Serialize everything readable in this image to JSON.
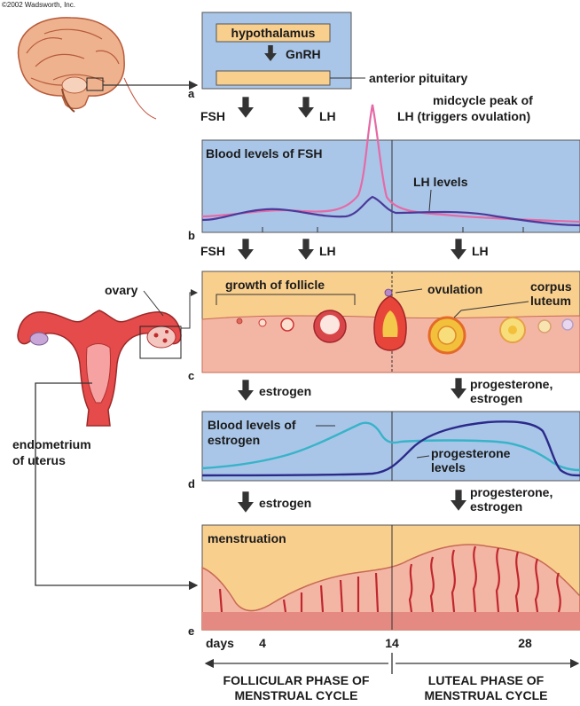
{
  "header": {
    "copyright": "©2002 Wadsworth, Inc."
  },
  "colors": {
    "panel_blue": "#a9c6e8",
    "panel_peach": "#f9cf8e",
    "fsh_line": "#e56aa6",
    "lh_line": "#4b3a9a",
    "estrogen_line": "#38b3c8",
    "progesterone_line": "#2b2a8a",
    "tissue": "#f4b6a4",
    "tissue_dark": "#d8464a",
    "arrow": "#333333"
  },
  "icons": [
    "brain-icon",
    "uterus-icon",
    "down-arrow-icon"
  ],
  "panel_a": {
    "letter": "a",
    "hypothalamus": "hypothalamus",
    "gnrh": "GnRH",
    "anterior_pituitary": "anterior pituitary",
    "fsh": "FSH",
    "lh": "LH"
  },
  "peak_note": {
    "line1": "midcycle peak of",
    "line2": "LH (triggers ovulation)"
  },
  "panel_b": {
    "letter": "b",
    "title": "Blood levels of FSH",
    "lh_levels": "LH levels",
    "fsh": "FSH",
    "lh_left": "LH",
    "lh_right": "LH"
  },
  "panel_c": {
    "letter": "c",
    "ovary": "ovary",
    "growth_of_follicle": "growth of follicle",
    "ovulation": "ovulation",
    "corpus": "corpus",
    "luteum": "luteum",
    "estrogen": "estrogen",
    "progesterone": "progesterone,",
    "estrogen2": "estrogen"
  },
  "panel_d": {
    "letter": "d",
    "title_line1": "Blood levels of",
    "title_line2": "estrogen",
    "progesterone_levels_1": "progesterone",
    "progesterone_levels_2": "levels",
    "estrogen": "estrogen",
    "progesterone": "progesterone,",
    "estrogen2": "estrogen"
  },
  "side_labels": {
    "endometrium_1": "endometrium",
    "endometrium_2": "of uterus"
  },
  "panel_e": {
    "letter": "e",
    "title": "menstruation"
  },
  "timeline": {
    "days": "days",
    "day4": "4",
    "day14": "14",
    "day28": "28",
    "follicular_1": "FOLLICULAR PHASE OF",
    "follicular_2": "MENSTRUAL CYCLE",
    "luteal_1": "LUTEAL PHASE OF",
    "luteal_2": "MENSTRUAL CYCLE"
  }
}
